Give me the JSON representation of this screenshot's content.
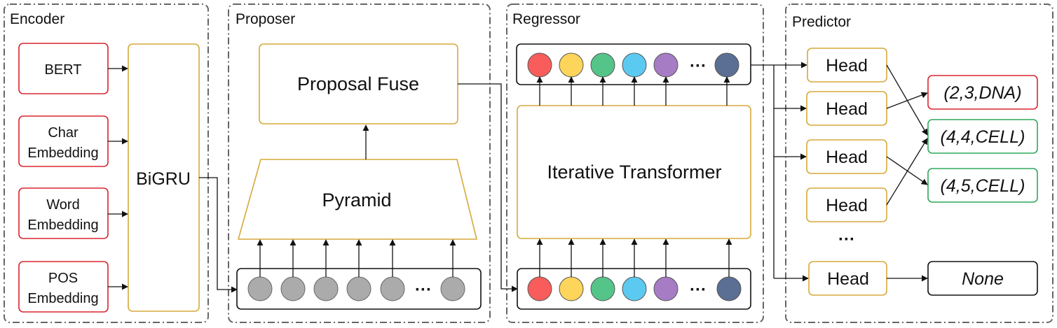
{
  "encoder": {
    "title": "Encoder",
    "inputs": [
      {
        "lines": [
          "BERT"
        ]
      },
      {
        "lines": [
          "Char",
          "Embedding"
        ]
      },
      {
        "lines": [
          "Word",
          "Embedding"
        ]
      },
      {
        "lines": [
          "POS",
          "Embedding"
        ]
      }
    ],
    "bigru_label": "BiGRU"
  },
  "proposer": {
    "title": "Proposer",
    "fuse_label": "Proposal Fuse",
    "pyramid_label": "Pyramid",
    "ellipsis": "···"
  },
  "regressor": {
    "title": "Regressor",
    "transformer_label": "Iterative Transformer",
    "ellipsis": "···"
  },
  "predictor": {
    "title": "Predictor",
    "head_label": "Head",
    "ellipsis": "···",
    "outputs": [
      {
        "label": "(2,3,DNA)",
        "status": "wrong"
      },
      {
        "label": "(4,4,CELL)",
        "status": "correct"
      },
      {
        "label": "(4,5,CELL)",
        "status": "correct"
      },
      {
        "label": "None",
        "status": "none"
      }
    ]
  },
  "colors": {
    "red_border": "#d9262e",
    "gold_border": "#d6a93a",
    "green_border": "#2fa85b",
    "dash_border": "#666666",
    "gray_token": "#ababab",
    "query_tokens": [
      "#f85d5c",
      "#fdd55b",
      "#55c489",
      "#5ccaf0",
      "#a67cc4",
      "#5b6e93"
    ]
  },
  "icons": [
    "arrow-icon"
  ]
}
